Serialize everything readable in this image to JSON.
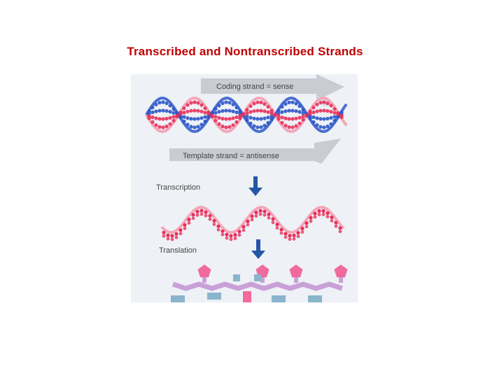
{
  "title": "Transcribed and Nontranscribed Strands",
  "diagram": {
    "coding_label": "Coding strand = sense",
    "template_label": "Template strand = antisense",
    "transcription_label": "Transcription",
    "translation_label": "Translation",
    "colors": {
      "title": "#c00000",
      "strand_red": "#e8305a",
      "strand_blue": "#2b57c8",
      "backbone_pink": "#f4a6b8",
      "arrow_blue": "#2456a6",
      "banner_gray": "#c9ccd2",
      "protein_purple": "#c9a0d8",
      "protein_pink": "#f06a9c",
      "protein_teal": "#8ab4cc"
    }
  }
}
